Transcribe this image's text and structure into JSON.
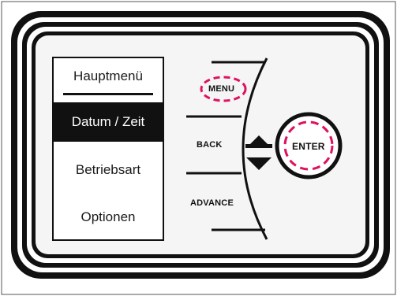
{
  "menu": {
    "title": "Hauptmenü",
    "items": [
      {
        "label": "Datum / Zeit",
        "selected": true
      },
      {
        "label": "Betriebsart",
        "selected": false
      },
      {
        "label": "Optionen",
        "selected": false
      }
    ]
  },
  "buttons": {
    "menu_label": "MENU",
    "back_label": "BACK",
    "advance_label": "ADVANCE",
    "enter_label": "ENTER"
  },
  "colors": {
    "highlight": "#e0115f",
    "frame": "#111111",
    "panel": "#f5f5f5"
  }
}
